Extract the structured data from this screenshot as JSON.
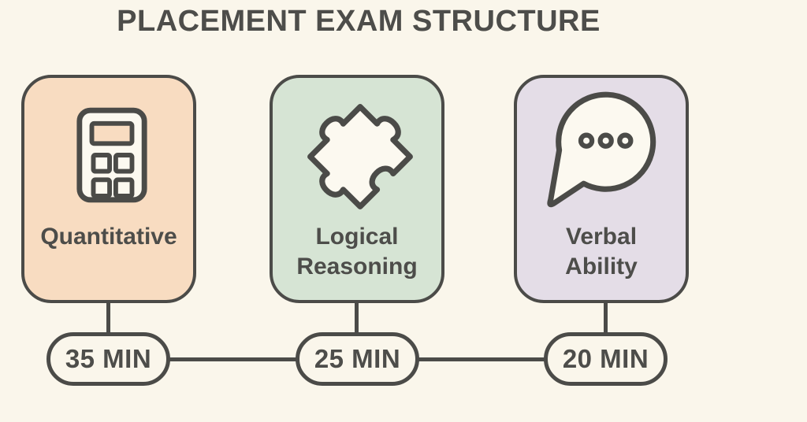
{
  "title": "PLACEMENT EXAM STRUCTURE",
  "colors": {
    "background": "#faf6eb",
    "stroke": "#4b4b48",
    "text": "#4d4d4a",
    "icon-fill": "#fcf9f0",
    "card-quantitative-bg": "#f8dcc1",
    "card-logical-bg": "#d6e4d4",
    "card-verbal-bg": "#e4dde7"
  },
  "cards": [
    {
      "label_line1": "Quantitative",
      "label_line2": "",
      "icon": "calculator-icon",
      "duration": "35 MIN"
    },
    {
      "label_line1": "Logical",
      "label_line2": "Reasoning",
      "icon": "puzzle-piece-icon",
      "duration": "25 MIN"
    },
    {
      "label_line1": "Verbal",
      "label_line2": "Ability",
      "icon": "speech-bubble-icon",
      "duration": "20 MIN"
    }
  ]
}
